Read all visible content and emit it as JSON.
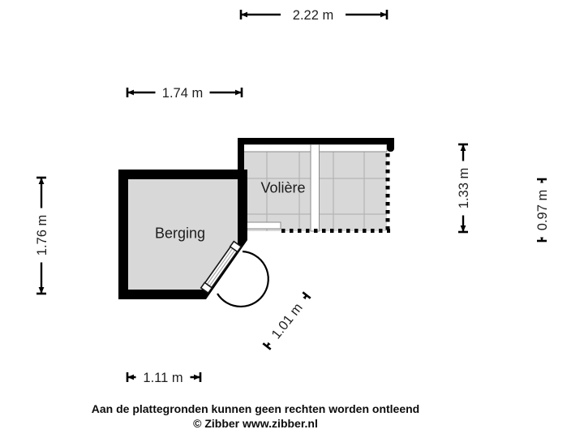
{
  "title": "Floor plan",
  "colors": {
    "background": "#ffffff",
    "wall": "#000000",
    "floor": "#d8d8d8",
    "grid_line": "#b4b4b4",
    "opening_outline": "#8a8a8a",
    "label_bg": "#ffffff",
    "label_text": "#1f1f1f"
  },
  "rooms": {
    "berging": {
      "name": "Berging"
    },
    "voliere": {
      "name": "Volière"
    }
  },
  "dimensions": {
    "top": {
      "label": "2.22 m"
    },
    "upper": {
      "label": "1.74 m"
    },
    "left": {
      "label": "1.76 m"
    },
    "right": {
      "label": "1.33 m"
    },
    "far_right": {
      "label": "0.97 m"
    },
    "bottom": {
      "label": "1.11 m"
    },
    "door": {
      "label": "1.01 m"
    }
  },
  "footer": {
    "disclaimer": "Aan de plattegronden kunnen geen rechten worden ontleend",
    "credit": "© Zibber www.zibber.nl"
  }
}
